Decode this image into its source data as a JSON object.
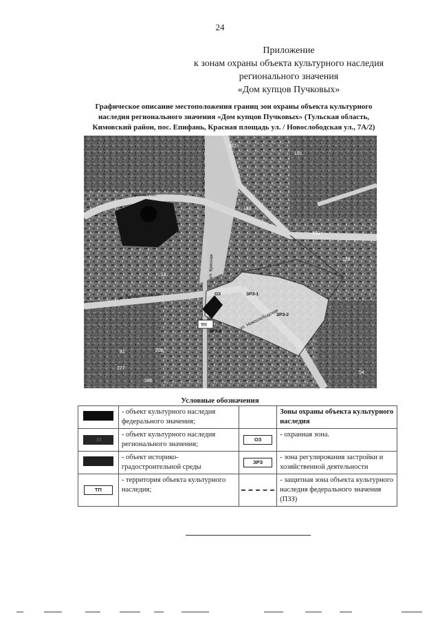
{
  "page": {
    "number": "24"
  },
  "appendix": {
    "lines": [
      "Приложение",
      "к зонам охраны объекта культурного наследия",
      "регионального значения",
      "«Дом купцов Пучковых»"
    ]
  },
  "caption": {
    "lines": [
      "Графическое описание местоположения границ зон охраны объекта культурного",
      "наследия регионального значения «Дом купцов Пучковых» (Тульская область,",
      "Кимовский район, пос. Епифань, Красная площадь ул. / Новослободская ул., 7А/2)"
    ]
  },
  "map": {
    "labels": {
      "square": "Красная пл.",
      "street_vertical": "ул. Красная",
      "street_lesnaya": "ул. Лесная площадь",
      "street_novoslob": "ул. Новослободская",
      "tp": "ТП",
      "oz": "ОЗ",
      "zrz1": "ЗРЗ-1",
      "zrz2": "ЗРЗ-2",
      "zrz2b": "ЗРЗ-2"
    },
    "house_numbers": [
      "192",
      "183",
      "191",
      "128",
      "193",
      "51",
      "206",
      "81",
      "277",
      "385",
      "54"
    ]
  },
  "legend": {
    "title": "Условные обозначения",
    "zones_heading": "Зоны охраны объекта культурного наследия",
    "rows": [
      {
        "left_desc": "- объект культурного наследия федерального значения;",
        "right_sym": "",
        "right_desc": ""
      },
      {
        "left_sym_text": "ЭЗ",
        "left_desc": "- объект культурного наследия регионального значения;",
        "right_sym": "ОЗ",
        "right_desc": "- охранная зона."
      },
      {
        "left_desc": "- объект историко-градостроительной среды",
        "right_sym": "ЗРЗ",
        "right_desc": "- зона регулирования застройки и хозяйственной деятельности"
      },
      {
        "left_sym": "ТП",
        "left_desc": "- территория объекта культурного наследия;",
        "right_desc": "- защитная зона объекта культурного наследия федерального значения (ПЗЗ)"
      }
    ]
  }
}
